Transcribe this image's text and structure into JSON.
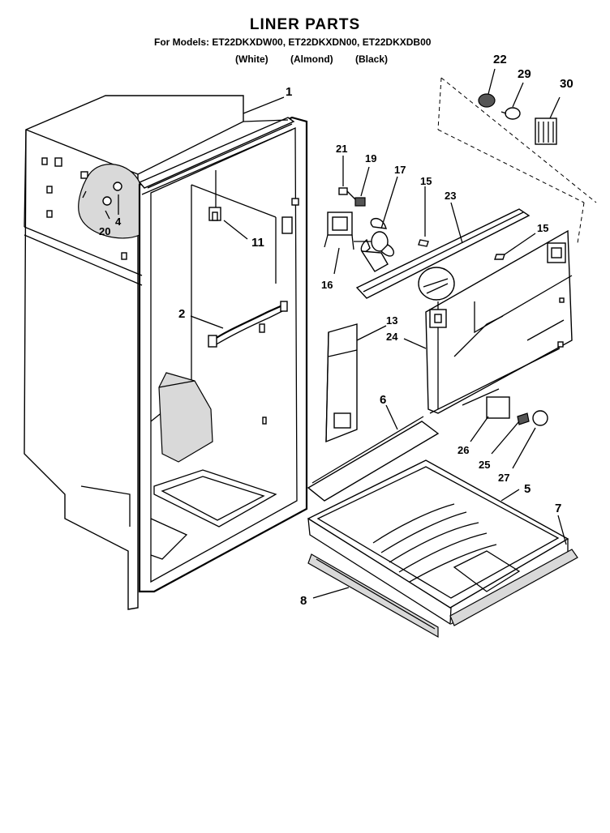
{
  "header": {
    "title": "LINER PARTS",
    "models": "For Models: ET22DKXDW00, ET22DKXDN00, ET22DKXDB00",
    "color_white": "(White)",
    "color_almond": "(Almond)",
    "color_black": "(Black)"
  },
  "callouts": {
    "c1": "1",
    "c2": "2",
    "c4": "4",
    "c5": "5",
    "c6": "6",
    "c7": "7",
    "c8": "8",
    "c11": "11",
    "c13": "13",
    "c15a": "15",
    "c15b": "15",
    "c16": "16",
    "c17": "17",
    "c19": "19",
    "c20": "20",
    "c21": "21",
    "c22": "22",
    "c23": "23",
    "c24": "24",
    "c25": "25",
    "c26": "26",
    "c27": "27",
    "c29": "29",
    "c30": "30"
  }
}
